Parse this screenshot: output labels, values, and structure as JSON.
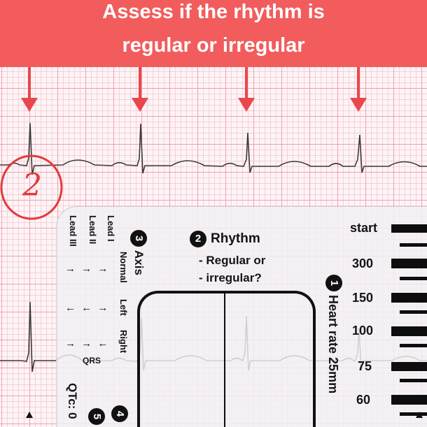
{
  "banner": {
    "line1": "Assess if the rhythm is",
    "line2": "regular or irregular",
    "color": "#f25c5c"
  },
  "annotation": {
    "circled_number": "2",
    "color": "#e23b3b"
  },
  "ruler": {
    "leads": [
      "Lead I",
      "Lead II",
      "Lead III"
    ],
    "axis_arrows": [
      "→ → →",
      "← ← →",
      "→ → ←"
    ],
    "qrs_label": "QRS",
    "qtc_label": "QTc: 0",
    "axis": {
      "number": "3",
      "title": "Axis",
      "columns": [
        "Normal",
        "Left",
        "Right"
      ]
    },
    "rhythm": {
      "number": "2",
      "title": "Rhythm",
      "options": [
        "- Regular or",
        "- irregular?"
      ]
    },
    "heart_rate": {
      "number": "1",
      "title": "Heart rate 25mm"
    },
    "section4_number": "4",
    "section5_number": "5",
    "rate_scale": [
      "start",
      "300",
      "150",
      "100",
      "75",
      "60"
    ]
  }
}
